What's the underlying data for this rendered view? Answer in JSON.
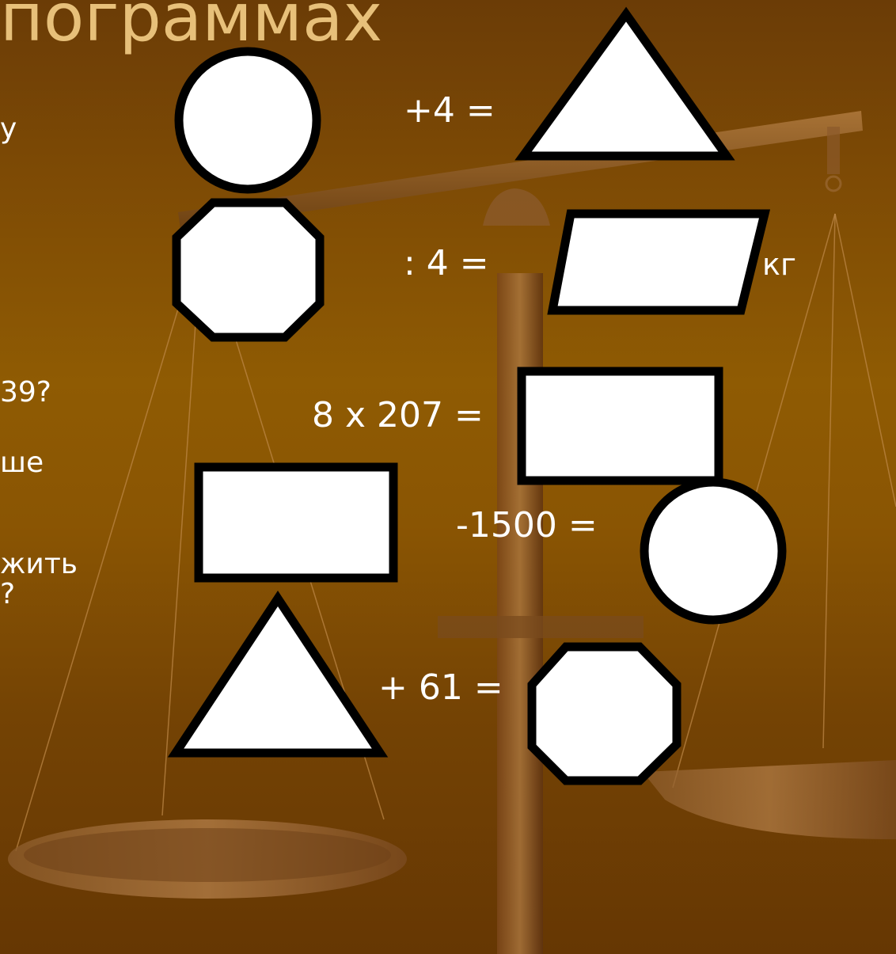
{
  "slide": {
    "title_fragment": "пограммах",
    "left_text_fragments": [
      "у",
      "39?",
      "ше",
      "жить",
      "?"
    ],
    "equations": [
      {
        "label": "+4 =",
        "result_shape": "triangle"
      },
      {
        "label": ": 4 =",
        "result_shape": "parallelogram",
        "unit": "кг"
      },
      {
        "label": "8 x 207 =",
        "result_shape": "rectangle"
      },
      {
        "label": "-1500 =",
        "result_shape": "circle"
      },
      {
        "label": "+ 61 =",
        "result_shape": "octagon"
      }
    ],
    "left_column_shapes": [
      "circle",
      "octagon",
      "rectangle",
      "triangle"
    ]
  },
  "colors": {
    "shape_fill": "#ffffff",
    "shape_stroke": "#000000",
    "text": "#ffffff",
    "title": "#e7c07a"
  }
}
